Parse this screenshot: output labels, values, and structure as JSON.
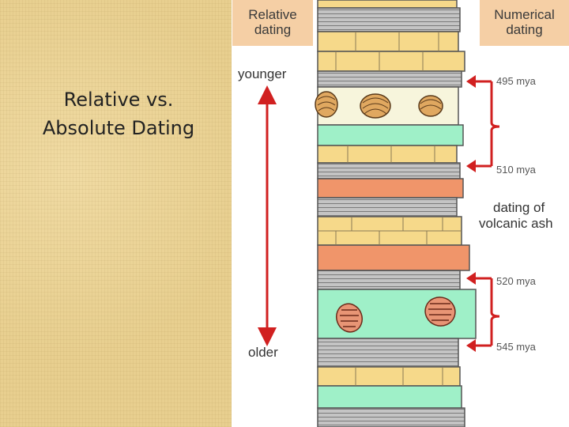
{
  "slide": {
    "title_line1": "Relative vs.",
    "title_line2": "Absolute Dating"
  },
  "relative_header": {
    "line1": "Relative",
    "line2": "dating"
  },
  "numerical_header": {
    "line1": "Numerical",
    "line2": "dating"
  },
  "relative_arrow": {
    "top_label": "younger",
    "bottom_label": "older"
  },
  "ages": [
    "495 mya",
    "510 mya",
    "520 mya",
    "545 mya"
  ],
  "volcanic_label": {
    "line1": "dating of",
    "line2": "volcanic ash"
  },
  "colors": {
    "panel_background": "#e8cf8f",
    "header_box": "#f5cfa5",
    "arrow": "#d12020",
    "sandstone": "#f6d98a",
    "shale": "#b9b9b9",
    "volcanic_ash": "#f0956a",
    "limestone_green": "#9ff0c8",
    "fossil_layer": "#f7f5dc"
  },
  "fossils": [
    "brachiopod-fossil",
    "trilobite-fossil"
  ]
}
